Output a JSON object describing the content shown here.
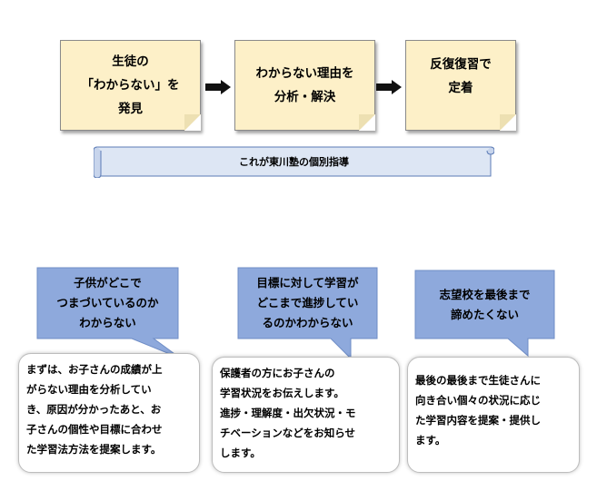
{
  "flow": {
    "steps": [
      {
        "lines": [
          "生徒の",
          "「わからない」を",
          "発見"
        ]
      },
      {
        "lines": [
          "わからない理由を",
          "分析・解決"
        ]
      },
      {
        "lines": [
          "反復復習で",
          "定着"
        ]
      }
    ],
    "banner": "これが東川塾の個別指導"
  },
  "problems": [
    {
      "title_lines": [
        "子供がどこで",
        "つまづいているのか",
        "わからない"
      ],
      "body_lines": [
        "まずは、お子さんの成績が上",
        "がらない理由を分析してい",
        "き、原因が分かったあと、お",
        "子さんの個性や目標に合わせ",
        "た学習法方法を提案します。"
      ]
    },
    {
      "title_lines": [
        "目標に対して学習が",
        "どこまで進捗してい",
        "るのかわからない"
      ],
      "body_lines": [
        "保護者の方にお子さんの",
        "学習状況をお伝えします。",
        "進捗・理解度・出欠状況・モ",
        "チベーションなどをお知らせ",
        "します。"
      ]
    },
    {
      "title_lines": [
        "志望校を最後まで",
        "諦めたくない"
      ],
      "body_lines": [
        "最後の最後まで生徒さんに",
        "向き合い個々の状況に応じ",
        "た学習内容を提案・提供し",
        "ます。"
      ]
    }
  ],
  "colors": {
    "note_fill": "#fdf0c8",
    "callout_fill": "#8ea9dc",
    "banner_fill": "#dde6f4",
    "arrow": "#111111"
  }
}
